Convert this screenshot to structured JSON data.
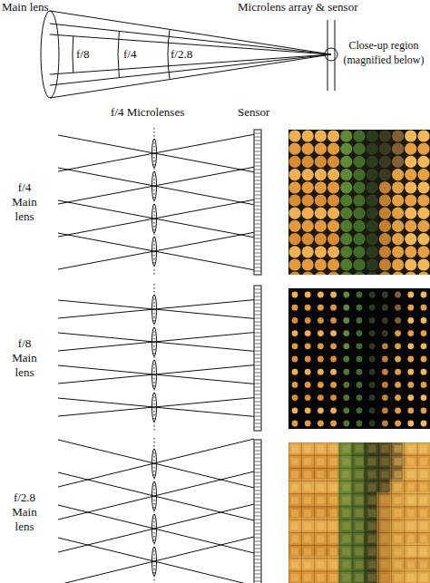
{
  "diagram": {
    "labels": [
      "Main lens",
      "Microlens array & sensor",
      "f/8",
      "f/4",
      "f/2.8",
      "Close-up region (magnified below)",
      "f/4 Microlenses",
      "Sensor",
      "f/4 Main lens",
      "f/8 Main lens",
      "f/2.8 Main lens"
    ]
  }
}
